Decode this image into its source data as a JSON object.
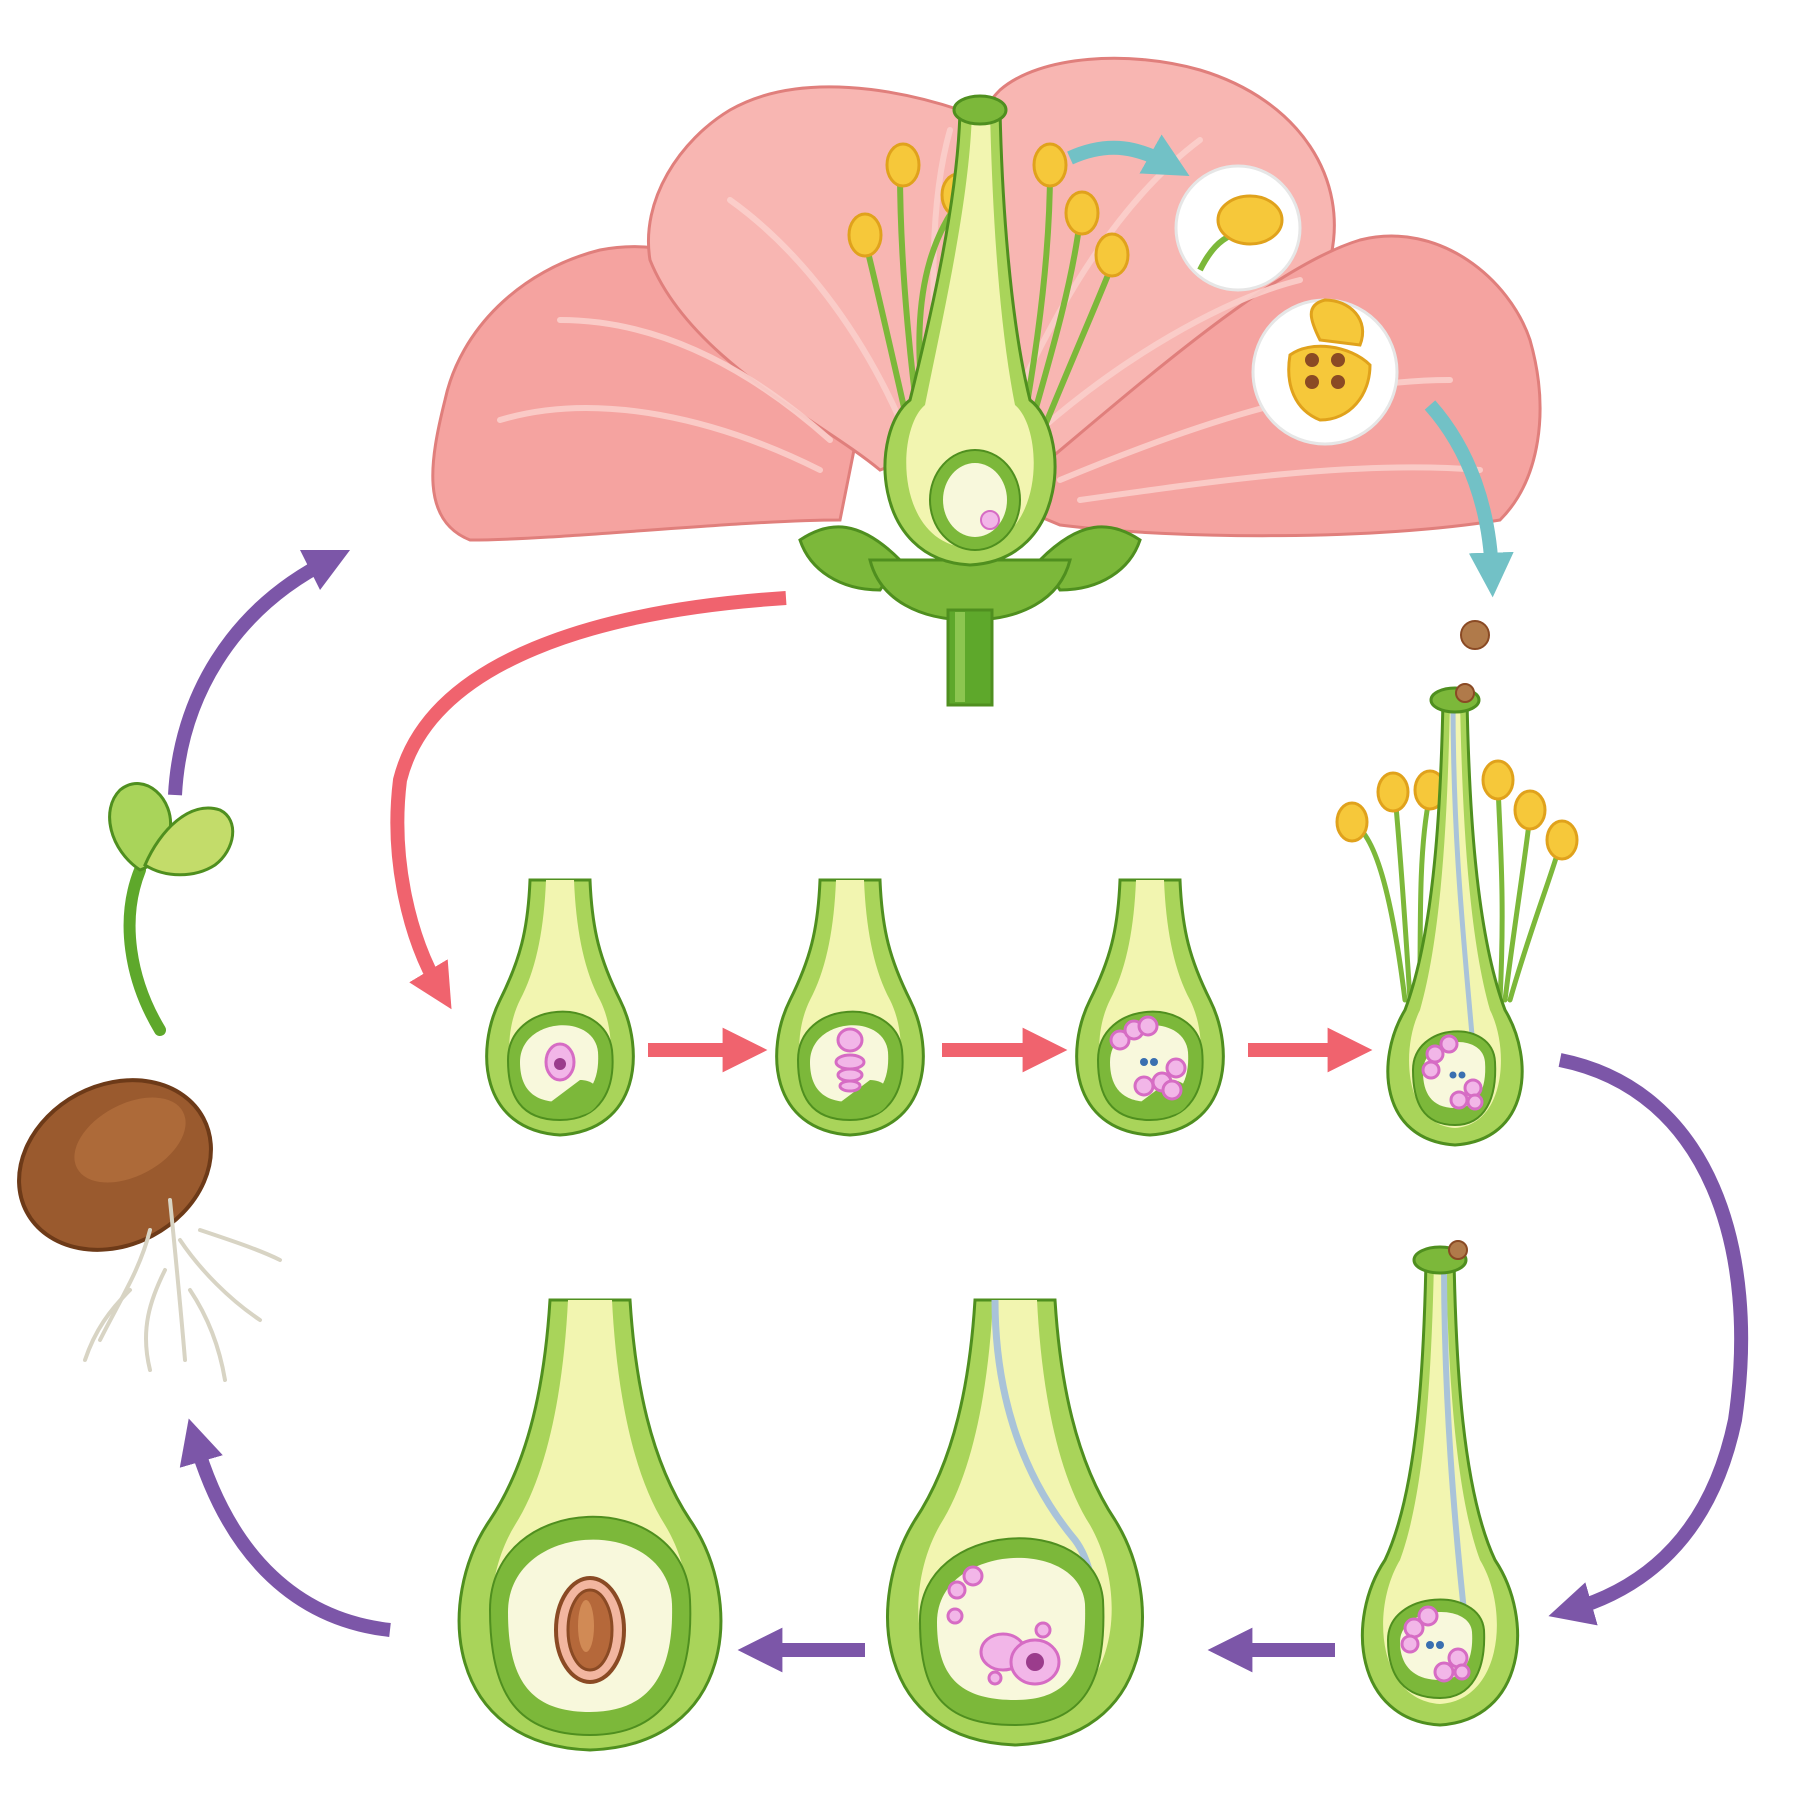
{
  "diagram": {
    "colors": {
      "petal": "#f5a3a0",
      "petal_light": "#fbcfcb",
      "petal_edge": "#e07f7c",
      "green_dark": "#4f8f1f",
      "green_mid": "#7cb83a",
      "green_light": "#a9d45a",
      "yellow_inner": "#f2f5b0",
      "cream": "#f8f8dc",
      "anther": "#f6c83a",
      "anther_dark": "#e0a21c",
      "cell": "#d66cc4",
      "cell_light": "#f2b6e8",
      "pollen_tube": "#a9c3d9",
      "seed_brown": "#8a4a24",
      "seed_light": "#b5683a",
      "arrow_teal": "#72c1c6",
      "arrow_red": "#f0636e",
      "arrow_purple": "#7c56a8",
      "root": "#e8e6dc"
    },
    "stages": [
      {
        "name": "flower"
      },
      {
        "name": "ovule-megaspore-mother-cell"
      },
      {
        "name": "ovule-megaspores"
      },
      {
        "name": "ovule-embryo-sac"
      },
      {
        "name": "pollination"
      },
      {
        "name": "pollen-tube-growth"
      },
      {
        "name": "fertilization"
      },
      {
        "name": "seed-in-ovary"
      },
      {
        "name": "seedling"
      }
    ]
  }
}
